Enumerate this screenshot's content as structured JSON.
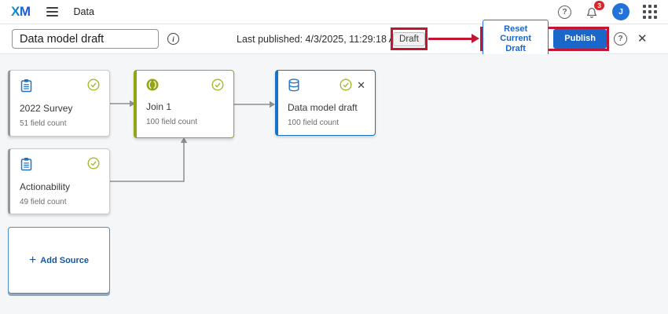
{
  "icons": {
    "help": "?",
    "close": "✕",
    "add": "+",
    "info": "i"
  },
  "topnav": {
    "logo": "XM",
    "app_title": "Data",
    "notification_count": "3",
    "avatar_initial": "J"
  },
  "header": {
    "title_input_value": "Data model draft",
    "last_published": "Last published: 4/3/2025, 11:29:18 AM",
    "status_badge": "Draft",
    "reset_button": "Reset Current Draft",
    "publish_button": "Publish"
  },
  "canvas": {
    "nodes": [
      {
        "title": "2022 Survey",
        "subtitle": "51 field count",
        "type": "survey",
        "status": "valid"
      },
      {
        "title": "Join 1",
        "subtitle": "100 field count",
        "type": "join",
        "status": "valid"
      },
      {
        "title": "Data model draft",
        "subtitle": "100 field count",
        "type": "dataset",
        "status": "valid"
      },
      {
        "title": "Actionability",
        "subtitle": "49 field count",
        "type": "survey",
        "status": "valid"
      }
    ],
    "add_source_label": "Add Source"
  },
  "colors": {
    "accent_blue": "#1b66c9",
    "join_green": "#94a414",
    "check_green": "#a5b92e",
    "annotation_red": "#c31432",
    "notification_red": "#d8262c"
  }
}
